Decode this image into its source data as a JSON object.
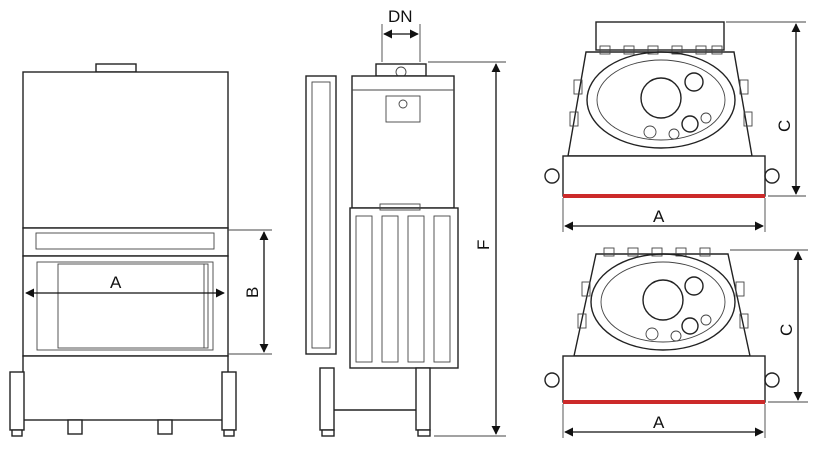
{
  "labels": {
    "front_width": "A",
    "front_height": "B",
    "flue_diameter": "DN",
    "total_height": "F",
    "top_depth": "C",
    "top_width": "A",
    "bottom_depth": "C",
    "bottom_width": "A"
  },
  "colors": {
    "outline": "#222222",
    "accent": "#cc2a2a",
    "background": "#ffffff"
  }
}
